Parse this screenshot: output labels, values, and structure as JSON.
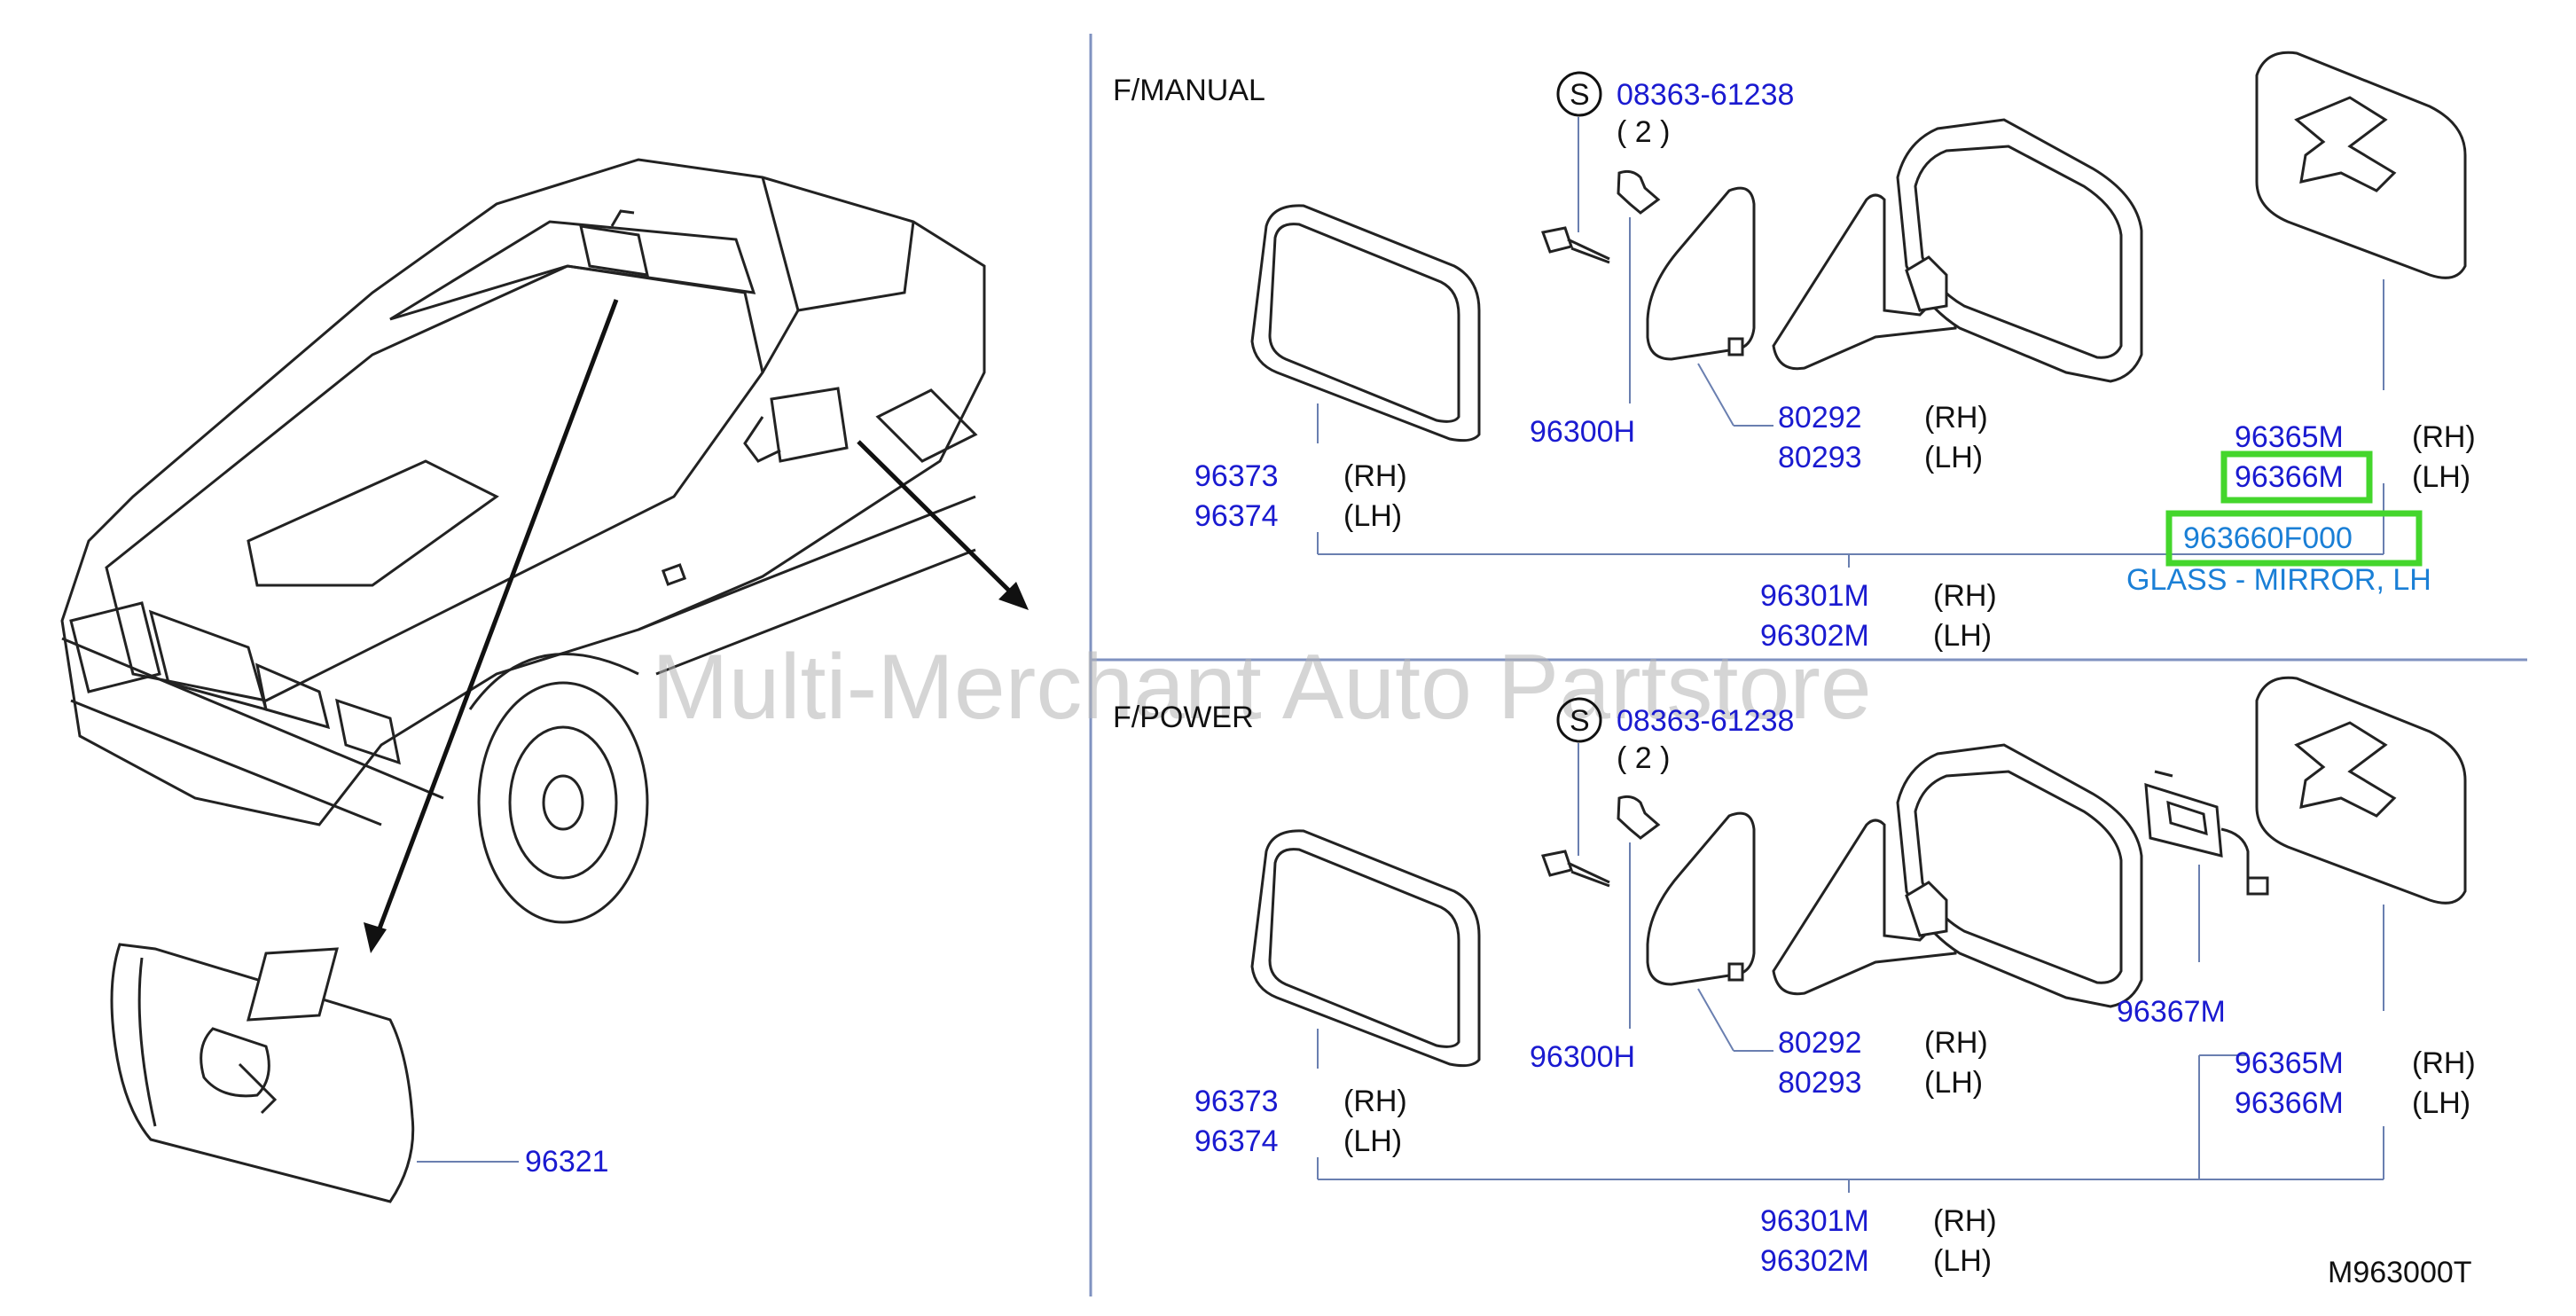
{
  "sections": {
    "manual_title": "F/MANUAL",
    "power_title": "F/POWER"
  },
  "watermark": "Multi-Merchant Auto Partstore",
  "inner_mirror": {
    "part": "96321"
  },
  "manual": {
    "screw_symbol": "S",
    "screw_part": "08363-61238",
    "screw_qty": "( 2 )",
    "cover": "96300H",
    "finisher_rh": "80292",
    "finisher_lh": "80293",
    "glass_rh": "96373",
    "glass_lh": "96374",
    "glass2_rh": "96365M",
    "glass2_lh": "96366M",
    "assy_rh": "96301M",
    "assy_lh": "96302M",
    "highlight_part": "963660F000",
    "highlight_desc": "GLASS - MIRROR, LH"
  },
  "power": {
    "screw_symbol": "S",
    "screw_part": "08363-61238",
    "screw_qty": "( 2 )",
    "cover": "96300H",
    "finisher_rh": "80292",
    "finisher_lh": "80293",
    "glass_rh": "96373",
    "glass_lh": "96374",
    "actuator": "96367M",
    "glass2_rh": "96365M",
    "glass2_lh": "96366M",
    "assy_rh": "96301M",
    "assy_lh": "96302M"
  },
  "side": {
    "rh": "(RH)",
    "lh": "(LH)"
  },
  "figure_code": "M963000T",
  "colors": {
    "part_number": "#1a1ad0",
    "highlight": "#44d62c",
    "description": "#1a7fd6"
  }
}
